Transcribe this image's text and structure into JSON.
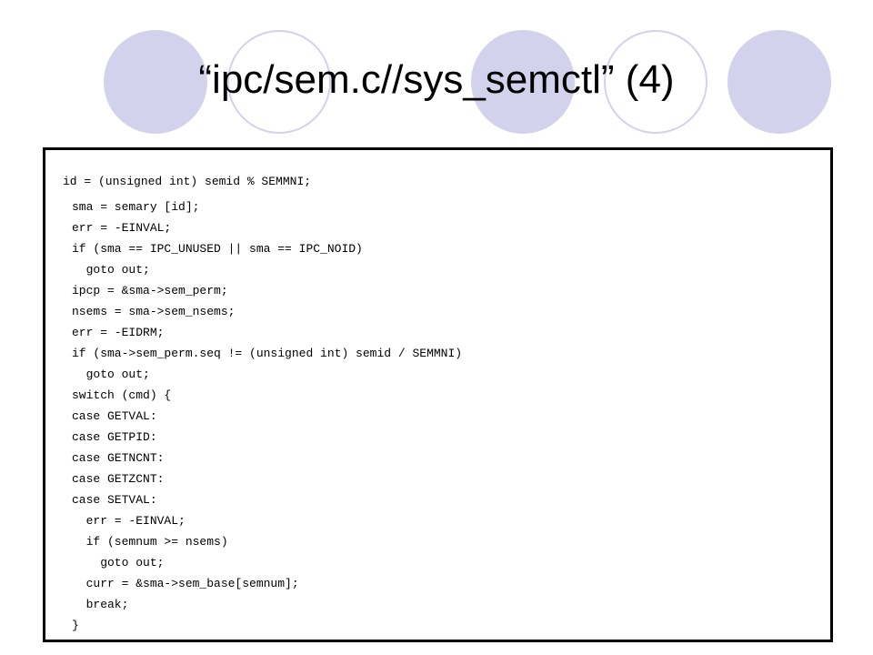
{
  "slide": {
    "title": "“ipc/sem.c//sys_semctl” (4)",
    "decoration_colors": {
      "circle_fill": "#d2d2ec",
      "circle_outline": "#d2d2ec"
    },
    "code_lines": [
      "id = (unsigned int) semid % SEMMNI;",
      "sma = semary [id];",
      "err = -EINVAL;",
      "if (sma == IPC_UNUSED || sma == IPC_NOID)",
      "  goto out;",
      "ipcp = &sma->sem_perm;",
      "nsems = sma->sem_nsems;",
      "err = -EIDRM;",
      "if (sma->sem_perm.seq != (unsigned int) semid / SEMMNI)",
      "  goto out;",
      "switch (cmd) {",
      "case GETVAL:",
      "case GETPID:",
      "case GETNCNT:",
      "case GETZCNT:",
      "case SETVAL:",
      "  err = -EINVAL;",
      "  if (semnum >= nsems)",
      "    goto out;",
      "  curr = &sma->sem_base[semnum];",
      "  break;",
      "}"
    ]
  }
}
